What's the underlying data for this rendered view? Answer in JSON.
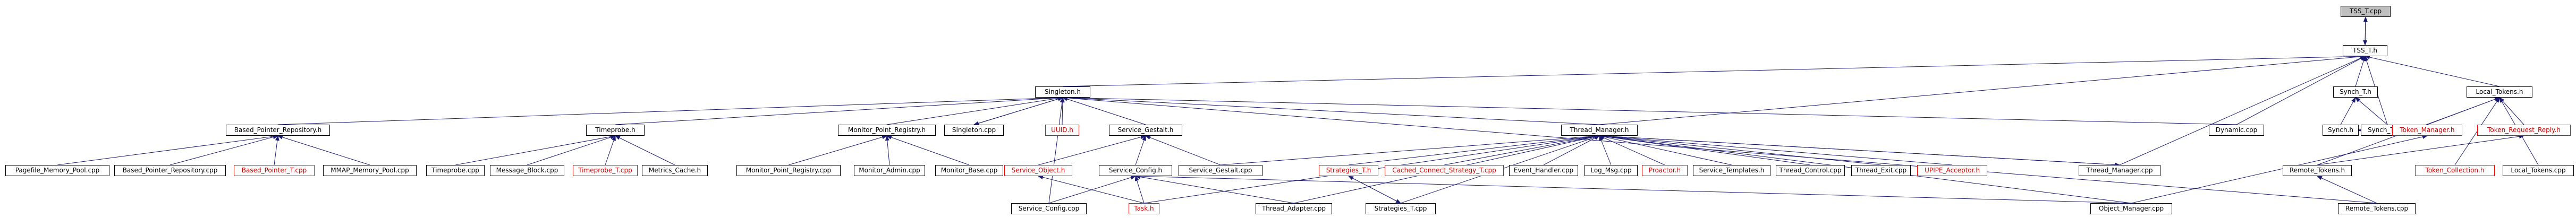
{
  "graph": {
    "root": "TSS_T.cpp",
    "nodes": [
      {
        "id": "tss_t_cpp",
        "label": "TSS_T.cpp",
        "kind": "root"
      },
      {
        "id": "tss_t_h",
        "label": "TSS_T.h",
        "kind": "normal"
      },
      {
        "id": "singleton_h",
        "label": "Singleton.h",
        "kind": "normal"
      },
      {
        "id": "synch_t_h",
        "label": "Synch_T.h",
        "kind": "normal"
      },
      {
        "id": "local_tokens_h",
        "label": "Local_Tokens.h",
        "kind": "normal"
      },
      {
        "id": "dynamic_cpp",
        "label": "Dynamic.cpp",
        "kind": "normal"
      },
      {
        "id": "synch_t_cpp",
        "label": "Synch_T.cpp",
        "kind": "normal"
      },
      {
        "id": "synch_h",
        "label": "Synch.h",
        "kind": "normal"
      },
      {
        "id": "based_pointer_repository_h",
        "label": "Based_Pointer_Repository.h",
        "kind": "normal"
      },
      {
        "id": "timeprobe_h",
        "label": "Timeprobe.h",
        "kind": "normal"
      },
      {
        "id": "monitor_point_registry_h",
        "label": "Monitor_Point_Registry.h",
        "kind": "normal"
      },
      {
        "id": "singleton_cpp",
        "label": "Singleton.cpp",
        "kind": "normal"
      },
      {
        "id": "uuid_h",
        "label": "UUID.h",
        "kind": "missing"
      },
      {
        "id": "service_gestalt_h",
        "label": "Service_Gestalt.h",
        "kind": "normal"
      },
      {
        "id": "thread_manager_h",
        "label": "Thread_Manager.h",
        "kind": "normal"
      },
      {
        "id": "token_manager_h",
        "label": "Token_Manager.h",
        "kind": "missing"
      },
      {
        "id": "token_request_reply_h",
        "label": "Token_Request_Reply.h",
        "kind": "missing"
      },
      {
        "id": "token_collection_h",
        "label": "Token_Collection.h",
        "kind": "missing"
      },
      {
        "id": "local_tokens_cpp",
        "label": "Local_Tokens.cpp",
        "kind": "normal"
      },
      {
        "id": "pagefile_memory_pool_cpp",
        "label": "Pagefile_Memory_Pool.cpp",
        "kind": "normal"
      },
      {
        "id": "based_pointer_repository_cpp",
        "label": "Based_Pointer_Repository.cpp",
        "kind": "normal"
      },
      {
        "id": "based_pointer_t_cpp",
        "label": "Based_Pointer_T.cpp",
        "kind": "missing"
      },
      {
        "id": "mmap_memory_pool_cpp",
        "label": "MMAP_Memory_Pool.cpp",
        "kind": "normal"
      },
      {
        "id": "timeprobe_cpp",
        "label": "Timeprobe.cpp",
        "kind": "normal"
      },
      {
        "id": "message_block_cpp",
        "label": "Message_Block.cpp",
        "kind": "normal"
      },
      {
        "id": "timeprobe_t_cpp",
        "label": "Timeprobe_T.cpp",
        "kind": "missing"
      },
      {
        "id": "metrics_cache_h",
        "label": "Metrics_Cache.h",
        "kind": "normal"
      },
      {
        "id": "monitor_point_registry_cpp",
        "label": "Monitor_Point_Registry.cpp",
        "kind": "normal"
      },
      {
        "id": "monitor_admin_cpp",
        "label": "Monitor_Admin.cpp",
        "kind": "normal"
      },
      {
        "id": "monitor_base_cpp",
        "label": "Monitor_Base.cpp",
        "kind": "normal"
      },
      {
        "id": "service_object_h",
        "label": "Service_Object.h",
        "kind": "missing"
      },
      {
        "id": "service_config_h",
        "label": "Service_Config.h",
        "kind": "normal"
      },
      {
        "id": "service_gestalt_cpp",
        "label": "Service_Gestalt.cpp",
        "kind": "normal"
      },
      {
        "id": "strategies_t_h",
        "label": "Strategies_T.h",
        "kind": "missing"
      },
      {
        "id": "cached_connect_strategy_t_cpp",
        "label": "Cached_Connect_Strategy_T.cpp",
        "kind": "missing"
      },
      {
        "id": "event_handler_cpp",
        "label": "Event_Handler.cpp",
        "kind": "normal"
      },
      {
        "id": "log_msg_cpp",
        "label": "Log_Msg.cpp",
        "kind": "normal"
      },
      {
        "id": "proactor_h",
        "label": "Proactor.h",
        "kind": "missing"
      },
      {
        "id": "service_templates_h",
        "label": "Service_Templates.h",
        "kind": "normal"
      },
      {
        "id": "thread_control_cpp",
        "label": "Thread_Control.cpp",
        "kind": "normal"
      },
      {
        "id": "thread_exit_cpp",
        "label": "Thread_Exit.cpp",
        "kind": "normal"
      },
      {
        "id": "upipe_acceptor_h",
        "label": "UPIPE_Acceptor.h",
        "kind": "missing"
      },
      {
        "id": "thread_manager_cpp",
        "label": "Thread_Manager.cpp",
        "kind": "normal"
      },
      {
        "id": "remote_tokens_h",
        "label": "Remote_Tokens.h",
        "kind": "normal"
      },
      {
        "id": "service_config_cpp",
        "label": "Service_Config.cpp",
        "kind": "normal"
      },
      {
        "id": "task_h",
        "label": "Task.h",
        "kind": "missing"
      },
      {
        "id": "thread_adapter_cpp",
        "label": "Thread_Adapter.cpp",
        "kind": "normal"
      },
      {
        "id": "strategies_t_cpp",
        "label": "Strategies_T.cpp",
        "kind": "normal"
      },
      {
        "id": "object_manager_cpp",
        "label": "Object_Manager.cpp",
        "kind": "normal"
      },
      {
        "id": "remote_tokens_cpp",
        "label": "Remote_Tokens.cpp",
        "kind": "normal"
      }
    ],
    "edges": [
      [
        "tss_t_cpp",
        "tss_t_h"
      ],
      [
        "tss_t_h",
        "tss_t_cpp"
      ],
      [
        "tss_t_h",
        "singleton_h"
      ],
      [
        "tss_t_h",
        "synch_t_h"
      ],
      [
        "tss_t_h",
        "local_tokens_h"
      ],
      [
        "tss_t_h",
        "dynamic_cpp"
      ],
      [
        "tss_t_h",
        "synch_t_cpp"
      ],
      [
        "tss_t_h",
        "thread_manager_h"
      ],
      [
        "tss_t_h",
        "thread_manager_cpp"
      ],
      [
        "synch_t_h",
        "synch_h"
      ],
      [
        "synch_t_h",
        "synch_t_cpp"
      ],
      [
        "synch_h",
        "synch_t_cpp"
      ],
      [
        "synch_t_cpp",
        "synch_h"
      ],
      [
        "singleton_h",
        "based_pointer_repository_h"
      ],
      [
        "singleton_h",
        "timeprobe_h"
      ],
      [
        "singleton_h",
        "monitor_point_registry_h"
      ],
      [
        "singleton_h",
        "singleton_cpp"
      ],
      [
        "singleton_cpp",
        "singleton_h"
      ],
      [
        "singleton_h",
        "uuid_h"
      ],
      [
        "singleton_h",
        "service_gestalt_h"
      ],
      [
        "singleton_h",
        "thread_manager_h"
      ],
      [
        "singleton_h",
        "dynamic_cpp"
      ],
      [
        "singleton_h",
        "service_config_cpp"
      ],
      [
        "singleton_h",
        "remote_tokens_cpp"
      ],
      [
        "based_pointer_repository_h",
        "pagefile_memory_pool_cpp"
      ],
      [
        "based_pointer_repository_h",
        "based_pointer_repository_cpp"
      ],
      [
        "based_pointer_repository_h",
        "based_pointer_t_cpp"
      ],
      [
        "based_pointer_repository_h",
        "mmap_memory_pool_cpp"
      ],
      [
        "timeprobe_h",
        "timeprobe_cpp"
      ],
      [
        "timeprobe_h",
        "message_block_cpp"
      ],
      [
        "timeprobe_h",
        "timeprobe_t_cpp"
      ],
      [
        "timeprobe_h",
        "metrics_cache_h"
      ],
      [
        "monitor_point_registry_h",
        "monitor_point_registry_cpp"
      ],
      [
        "monitor_point_registry_h",
        "monitor_admin_cpp"
      ],
      [
        "monitor_point_registry_h",
        "monitor_base_cpp"
      ],
      [
        "service_gestalt_h",
        "service_object_h"
      ],
      [
        "service_gestalt_h",
        "service_config_h"
      ],
      [
        "service_gestalt_h",
        "service_gestalt_cpp"
      ],
      [
        "service_config_h",
        "service_config_cpp"
      ],
      [
        "service_config_h",
        "task_h"
      ],
      [
        "service_config_h",
        "thread_adapter_cpp"
      ],
      [
        "service_config_h",
        "object_manager_cpp"
      ],
      [
        "service_object_h",
        "task_h"
      ],
      [
        "thread_manager_h",
        "service_gestalt_cpp"
      ],
      [
        "thread_manager_h",
        "strategies_t_h"
      ],
      [
        "thread_manager_h",
        "cached_connect_strategy_t_cpp"
      ],
      [
        "thread_manager_h",
        "event_handler_cpp"
      ],
      [
        "thread_manager_h",
        "log_msg_cpp"
      ],
      [
        "thread_manager_h",
        "proactor_h"
      ],
      [
        "thread_manager_h",
        "service_templates_h"
      ],
      [
        "thread_manager_h",
        "thread_control_cpp"
      ],
      [
        "thread_manager_h",
        "thread_exit_cpp"
      ],
      [
        "thread_manager_h",
        "upipe_acceptor_h"
      ],
      [
        "thread_manager_h",
        "thread_manager_cpp"
      ],
      [
        "thread_manager_h",
        "task_h"
      ],
      [
        "thread_manager_h",
        "thread_adapter_cpp"
      ],
      [
        "thread_manager_h",
        "strategies_t_cpp"
      ],
      [
        "thread_manager_h",
        "object_manager_cpp"
      ],
      [
        "thread_manager_cpp",
        "thread_manager_h"
      ],
      [
        "strategies_t_h",
        "strategies_t_cpp"
      ],
      [
        "strategies_t_cpp",
        "strategies_t_h"
      ],
      [
        "local_tokens_h",
        "token_manager_h"
      ],
      [
        "local_tokens_h",
        "token_request_reply_h"
      ],
      [
        "local_tokens_h",
        "token_collection_h"
      ],
      [
        "local_tokens_h",
        "local_tokens_cpp"
      ],
      [
        "local_tokens_h",
        "remote_tokens_h"
      ],
      [
        "token_request_reply_h",
        "remote_tokens_h"
      ],
      [
        "token_manager_h",
        "object_manager_cpp"
      ],
      [
        "remote_tokens_h",
        "remote_tokens_cpp"
      ]
    ]
  },
  "colors": {
    "edge": "#191970",
    "node_border": "#000000",
    "root_fill": "#bfbfbf",
    "missing_border": "#ff0000"
  }
}
